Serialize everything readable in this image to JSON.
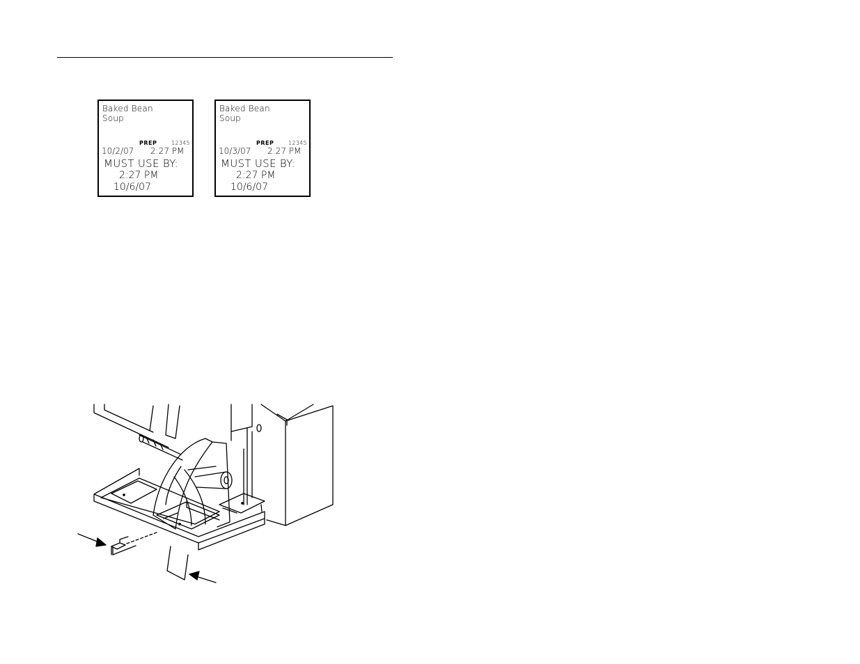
{
  "labels": [
    {
      "name_line1": "Baked Bean",
      "name_line2": "Soup",
      "prep": "PREP",
      "code": "12345",
      "prep_date": "10/2/07",
      "prep_time": "2:27 PM",
      "must_use": "MUST USE BY:",
      "use_time": "2:27 PM",
      "use_date": "10/6/07"
    },
    {
      "name_line1": "Baked Bean",
      "name_line2": "Soup",
      "prep": "PREP",
      "code": "12345",
      "prep_date": "10/3/07",
      "prep_time": "2:27 PM",
      "must_use": "MUST USE BY:",
      "use_time": "2:27 PM",
      "use_date": "10/6/07"
    }
  ],
  "illustration": {
    "subject": "label-printer-open-cover"
  }
}
